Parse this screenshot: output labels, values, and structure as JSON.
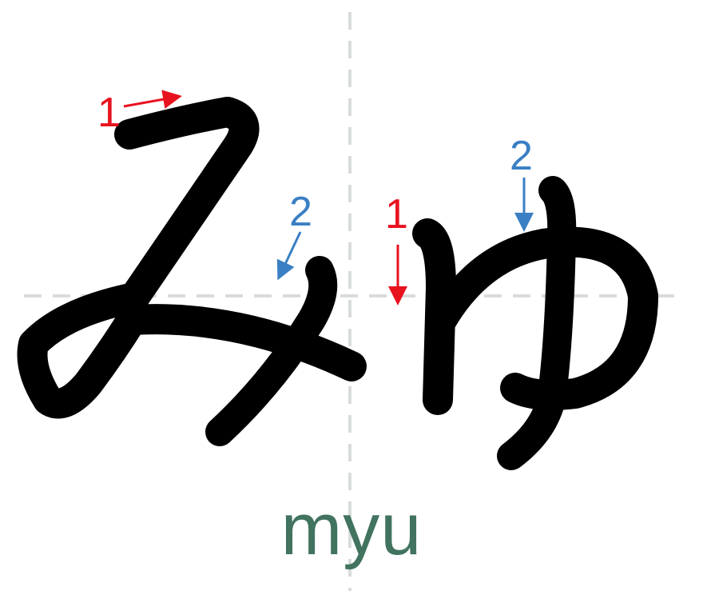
{
  "title_kana": "みゅ",
  "romaji": "myu",
  "characters": [
    {
      "kana": "み",
      "strokes": [
        {
          "number": "1"
        },
        {
          "number": "2"
        }
      ]
    },
    {
      "kana": "ゅ",
      "strokes": [
        {
          "number": "1"
        },
        {
          "number": "2"
        }
      ]
    }
  ],
  "colors": {
    "stroke1": "#e8121f",
    "stroke2": "#3a7fc4",
    "romaji": "#41735f",
    "guide": "#d8dcda",
    "ink": "#000000"
  }
}
